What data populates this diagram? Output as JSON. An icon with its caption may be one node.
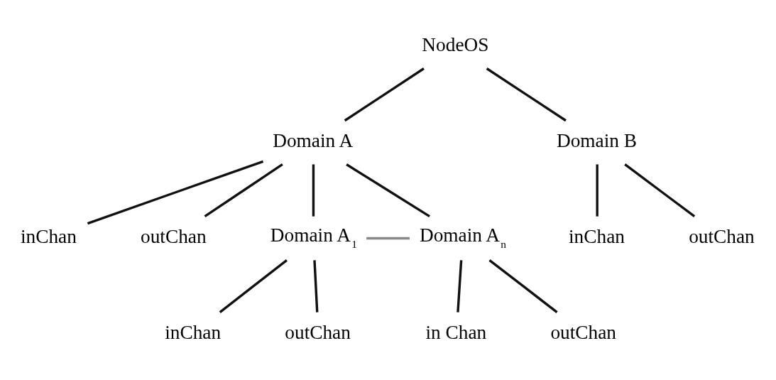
{
  "diagram": {
    "nodes": [
      {
        "text": [
          "NodeOS"
        ]
      },
      {
        "text": [
          "Domain A"
        ]
      },
      {
        "text": [
          "Domain B"
        ]
      },
      {
        "text": [
          "inChan"
        ]
      },
      {
        "text": [
          "outChan"
        ]
      },
      {
        "text": [
          "Domain A$_{1}$"
        ]
      },
      {
        "text": [
          "Domain A$_{n}$"
        ]
      },
      {
        "text": [
          "inChan"
        ]
      },
      {
        "text": [
          "outChan"
        ]
      },
      {
        "text": [
          "in Chan"
        ]
      },
      {
        "text": [
          "outChan"
        ]
      },
      {
        "text": [
          "inChan"
        ]
      },
      {
        "text": [
          "outChan"
        ]
      }
    ],
    "edges": [
      {
        "from": 0,
        "to": 1,
        "arrow": "none"
      },
      {
        "from": 0,
        "to": 2,
        "arrow": "none"
      },
      {
        "from": 1,
        "to": 3,
        "arrow": "none"
      },
      {
        "from": 1,
        "to": 4,
        "arrow": "none"
      },
      {
        "from": 1,
        "to": 5,
        "arrow": "none"
      },
      {
        "from": 1,
        "to": 6,
        "arrow": "none"
      },
      {
        "from": 5,
        "to": 6,
        "arrow": "none",
        "color": "#888888"
      },
      {
        "from": 5,
        "to": 7,
        "arrow": "none"
      },
      {
        "from": 5,
        "to": 8,
        "arrow": "none"
      },
      {
        "from": 6,
        "to": 9,
        "arrow": "none"
      },
      {
        "from": 6,
        "to": 10,
        "arrow": "none"
      },
      {
        "from": 2,
        "to": 11,
        "arrow": "none"
      },
      {
        "from": 2,
        "to": 12,
        "arrow": "none"
      }
    ]
  }
}
